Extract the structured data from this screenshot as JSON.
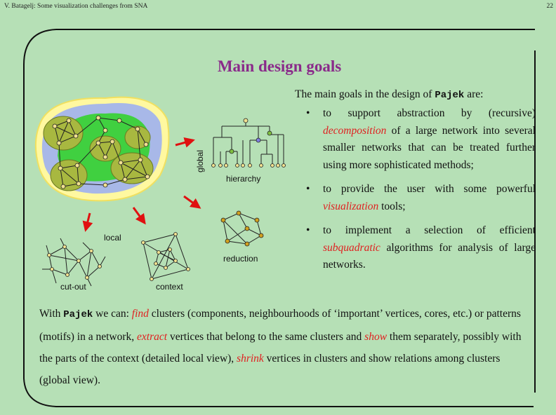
{
  "header": {
    "left": "V. Batagelj: Some visualization challenges from SNA",
    "right": "22"
  },
  "slide": {
    "title": "Main design goals",
    "intro_pre": "The main goals in the design of ",
    "intro_mono": "Pajek",
    "intro_post": " are:",
    "bullets": [
      {
        "pre": "to support abstraction by (recursive) ",
        "em": "decomposition",
        "post": " of a large network into several smaller networks that can be treated further using more sophisticated methods;"
      },
      {
        "pre": "to provide the user with some powerful ",
        "em": "visualization",
        "post": " tools;"
      },
      {
        "pre": "to implement a selection of efficient ",
        "em": "subquadratic",
        "post": " algorithms for analysis of large networks."
      }
    ],
    "bullet_char": "•",
    "para": {
      "t1": "With ",
      "mono": "Pajek",
      "t2": " we can: ",
      "e1": "find",
      "t3": " clusters (components, neighbourhoods of ‘important’ vertices, cores, etc.) or patterns (motifs) in a network, ",
      "e2": "extract",
      "t4": " vertices that belong to the same clusters and ",
      "e3": "show",
      "t5": " them separately, possibly with the parts of the context (detailed local view), ",
      "e4": "shrink",
      "t6": " vertices in clusters and show relations among clusters (global view)."
    }
  },
  "diagram": {
    "labels": {
      "global": "global",
      "hierarchy": "hierarchy",
      "local": "local",
      "reduction": "reduction",
      "cutout": "cut-out",
      "context": "context"
    }
  },
  "colors": {
    "background": "#b6e0b6",
    "title": "#8a2a8a",
    "emphasis": "#e02020",
    "frame": "#111111"
  }
}
